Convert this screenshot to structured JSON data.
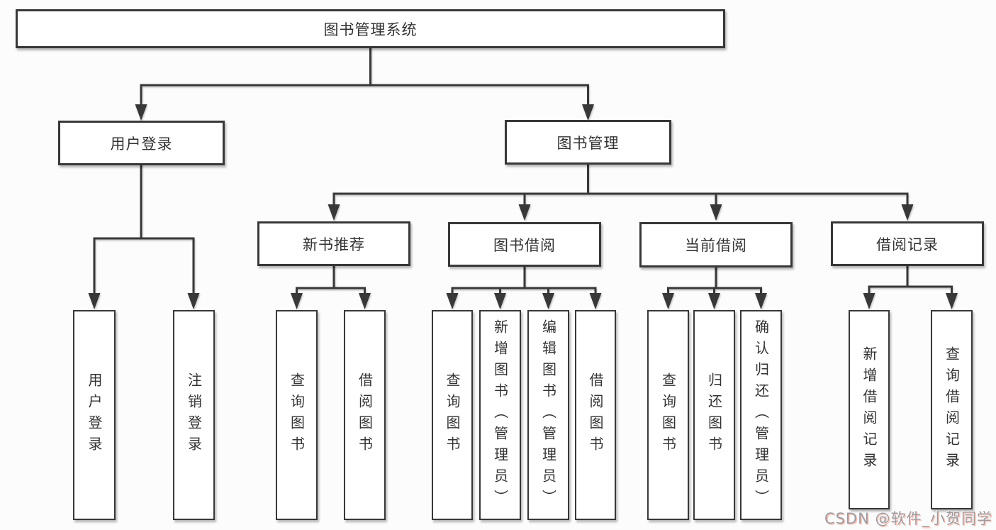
{
  "tree": {
    "label": "图书管理系统",
    "children": [
      {
        "label": "用户登录",
        "children": [
          {
            "label": "用户登录"
          },
          {
            "label": "注销登录"
          }
        ]
      },
      {
        "label": "图书管理",
        "children": [
          {
            "label": "新书推荐",
            "children": [
              {
                "label": "查询图书"
              },
              {
                "label": "借阅图书"
              }
            ]
          },
          {
            "label": "图书借阅",
            "children": [
              {
                "label": "查询图书"
              },
              {
                "label": "新增图书（管理员）"
              },
              {
                "label": "编辑图书（管理员）"
              },
              {
                "label": "借阅图书"
              }
            ]
          },
          {
            "label": "当前借阅",
            "children": [
              {
                "label": "查询图书"
              },
              {
                "label": "归还图书"
              },
              {
                "label": "确认归还（管理员）"
              }
            ]
          },
          {
            "label": "借阅记录",
            "children": [
              {
                "label": "新增借阅记录"
              },
              {
                "label": "查询借阅记录"
              }
            ]
          }
        ]
      }
    ]
  },
  "watermark": {
    "text": "CSDN @软件_小贺同学"
  },
  "colors": {
    "background": "#fcfcfc",
    "line": "#383838",
    "box_border": "#383838",
    "box_fill": "#ffffff",
    "text": "#333333",
    "watermark_gray": "#9b9ca1",
    "watermark_red": "#fc5531"
  }
}
